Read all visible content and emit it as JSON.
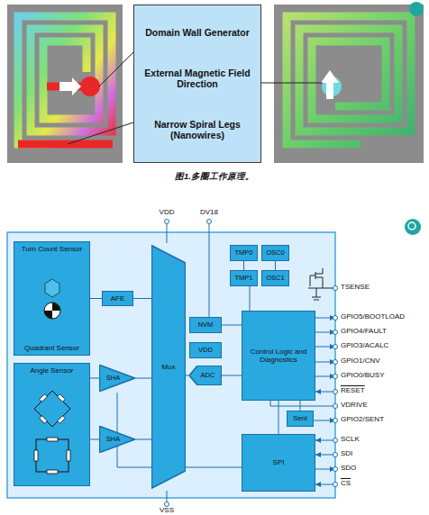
{
  "diagram": {
    "caption": "图1.多圈工作原理。",
    "nodes": [
      {
        "text": [
          "Domain Wall Generator",
          "External Magnetic Field Direction",
          "Narrow Spiral Legs (Nanowires)"
        ]
      },
      {
        "text": [
          "Turn Count Sensor",
          "Quadrant Sensor"
        ]
      },
      {
        "text": [
          "Angle Sensor"
        ]
      },
      {
        "text": [
          "AFE"
        ]
      },
      {
        "text": [
          "SHA"
        ]
      },
      {
        "text": [
          "SHA"
        ]
      },
      {
        "text": [
          "Mux"
        ]
      },
      {
        "text": [
          "TMP0"
        ]
      },
      {
        "text": [
          "OSC0"
        ]
      },
      {
        "text": [
          "TMP1"
        ]
      },
      {
        "text": [
          "OSC1"
        ]
      },
      {
        "text": [
          "NVM"
        ]
      },
      {
        "text": [
          "VDD"
        ]
      },
      {
        "text": [
          "ADC"
        ]
      },
      {
        "text": [
          "Control Logic and Diagnostics"
        ]
      },
      {
        "text": [
          "Sent"
        ]
      },
      {
        "text": [
          "SPI"
        ]
      }
    ],
    "edges": [
      {
        "from": 1,
        "to": 3,
        "arrow": "none"
      },
      {
        "from": 3,
        "to": 6,
        "arrow": "none"
      },
      {
        "from": 2,
        "to": 4,
        "arrow": "none"
      },
      {
        "from": 2,
        "to": 5,
        "arrow": "none"
      },
      {
        "from": 4,
        "to": 6,
        "arrow": "none"
      },
      {
        "from": 5,
        "to": 6,
        "arrow": "none"
      },
      {
        "from": 6,
        "to": 13,
        "arrow": "none"
      },
      {
        "from": 13,
        "to": 14,
        "arrow": "none"
      },
      {
        "from": 11,
        "to": 14,
        "arrow": "none"
      },
      {
        "from": 7,
        "to": 9,
        "arrow": "none"
      },
      {
        "from": 8,
        "to": 10,
        "arrow": "none"
      },
      {
        "from": 9,
        "to": 14,
        "arrow": "none"
      },
      {
        "from": 14,
        "to": 15,
        "arrow": "none"
      },
      {
        "from": 14,
        "to": 16,
        "arrow": "none"
      }
    ],
    "labels": [
      "VDD",
      "DV18",
      "TSENSE",
      "GPIO5/BOOTLOAD",
      "GPIO4/FAULT",
      "GPIO3/ACALC",
      "GPIO1/CNV",
      "GPIO0/BUSY",
      "RESET",
      "VDRIVE",
      "GPIO2/SENT",
      "SCLK",
      "SDI",
      "SDO",
      "CS",
      "VSS"
    ]
  }
}
